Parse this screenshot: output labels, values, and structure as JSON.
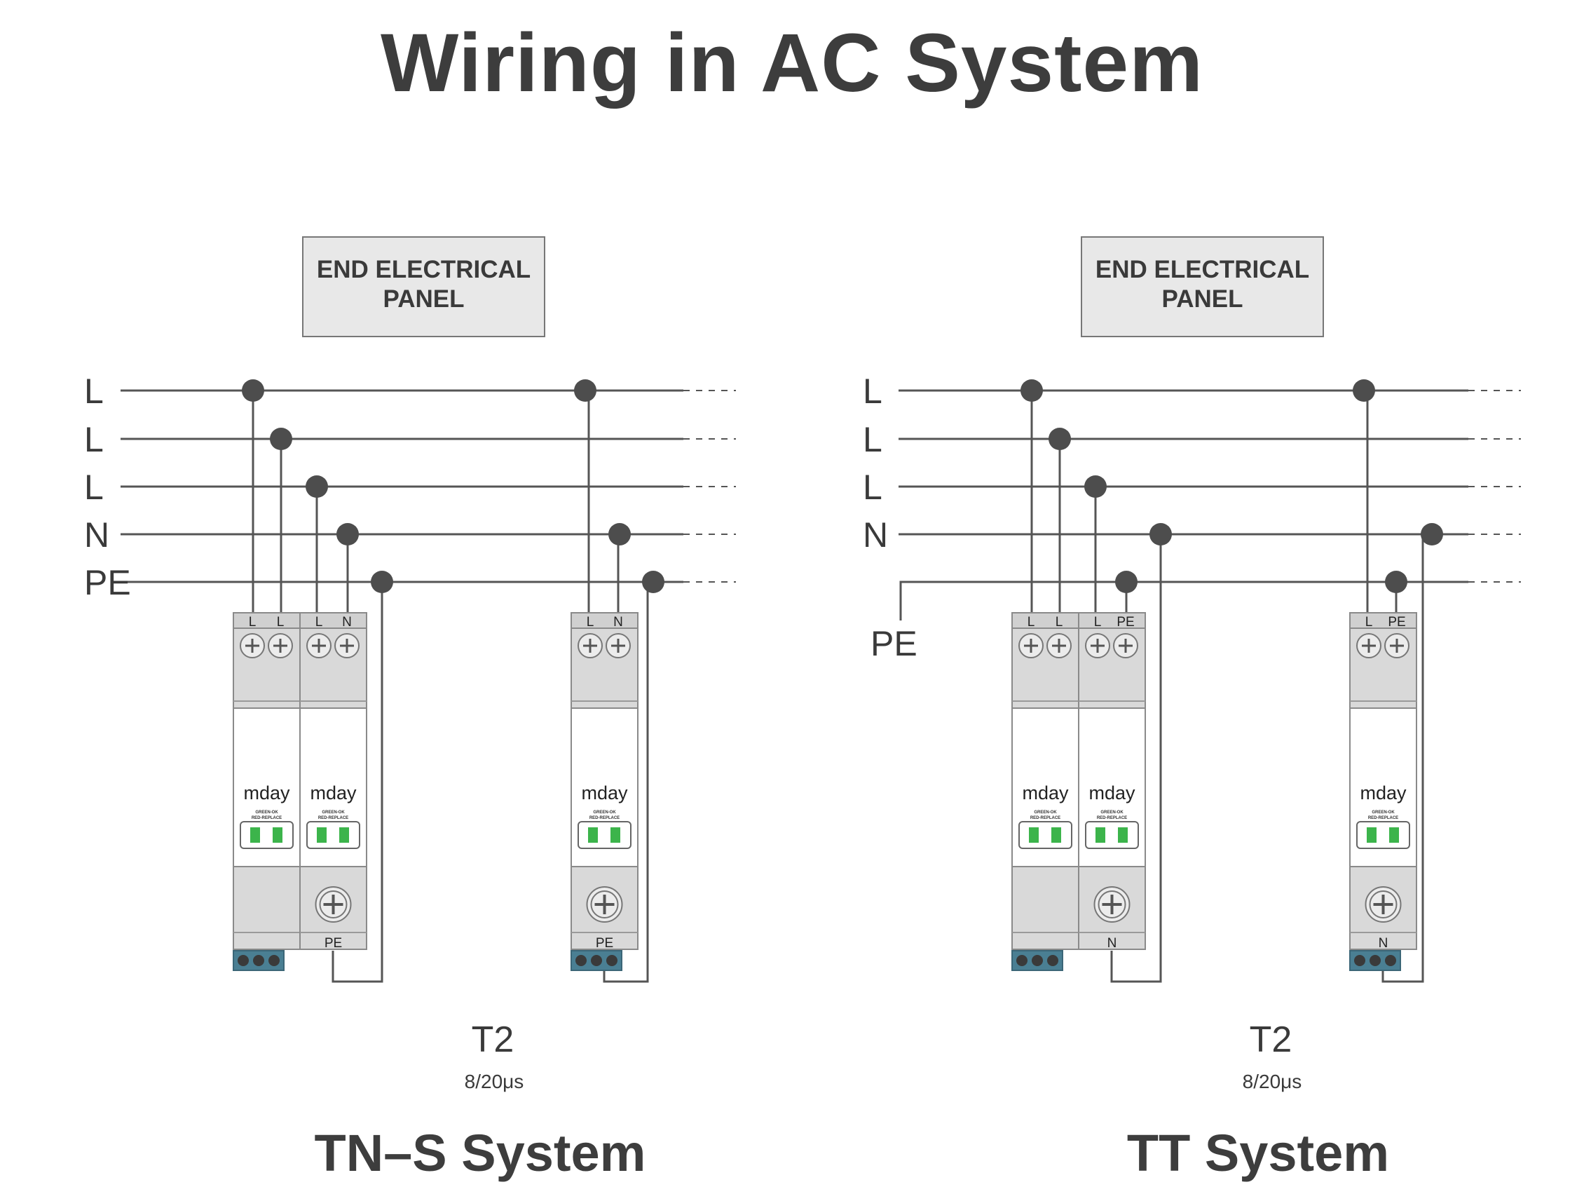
{
  "title": "Wiring in AC System",
  "colors": {
    "text": "#3d3d3d",
    "wire": "#555555",
    "node": "#4d4d4d",
    "module_body": "#d9d9d9",
    "indicator_green": "#3cb44b",
    "counter_block": "#4a7f93"
  },
  "panel_label": [
    "END ELECTRICAL",
    "PANEL"
  ],
  "brand": "mday",
  "indicator_legend": [
    "GREEN-OK",
    "RED-REPLACE"
  ],
  "diagrams": [
    {
      "system_name": "TN–S System",
      "bus_labels": [
        "L",
        "L",
        "L",
        "N",
        "PE"
      ],
      "rating": "T2",
      "waveform": "8/20μs",
      "spd_units": [
        {
          "poles": [
            {
              "top_labels": [
                "L",
                "L"
              ],
              "bottom_label": ""
            },
            {
              "top_labels": [
                "L",
                "N"
              ],
              "bottom_label": "PE"
            }
          ]
        },
        {
          "poles": [
            {
              "top_labels": [
                "L",
                "N"
              ],
              "bottom_label": "PE"
            }
          ]
        }
      ]
    },
    {
      "system_name": "TT System",
      "bus_labels": [
        "L",
        "L",
        "L",
        "N"
      ],
      "pe_label": "PE",
      "rating": "T2",
      "waveform": "8/20μs",
      "spd_units": [
        {
          "poles": [
            {
              "top_labels": [
                "L",
                "L"
              ],
              "bottom_label": ""
            },
            {
              "top_labels": [
                "L",
                "PE"
              ],
              "bottom_label": "N"
            }
          ]
        },
        {
          "poles": [
            {
              "top_labels": [
                "L",
                "PE"
              ],
              "bottom_label": "N"
            }
          ]
        }
      ]
    }
  ]
}
